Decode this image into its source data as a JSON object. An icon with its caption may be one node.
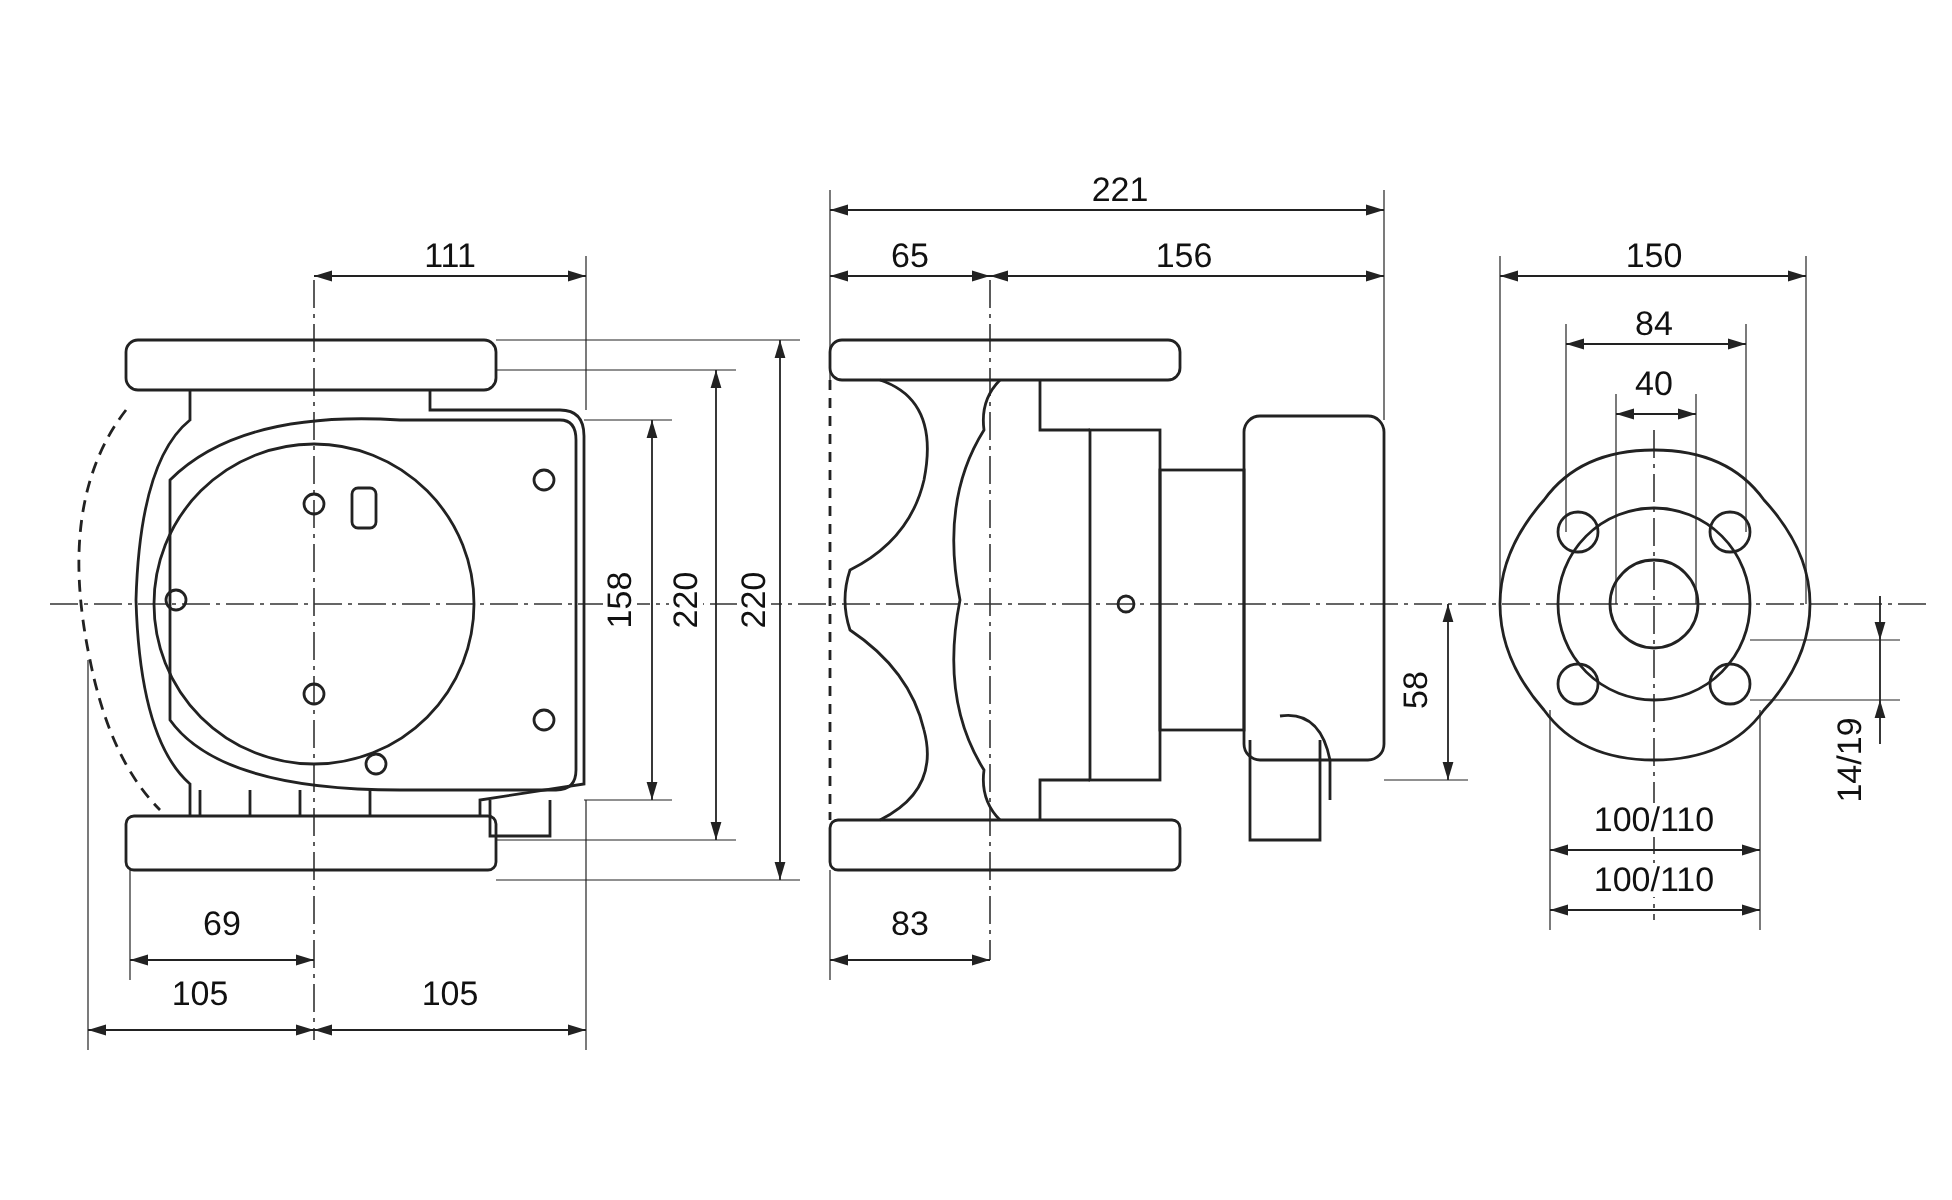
{
  "diagram": {
    "labels": [
      "221",
      "111",
      "65",
      "156",
      "150",
      "84",
      "40",
      "158",
      "220",
      "220",
      "58",
      "14/19",
      "100/110",
      "100/110",
      "69",
      "83",
      "105",
      "105"
    ]
  }
}
